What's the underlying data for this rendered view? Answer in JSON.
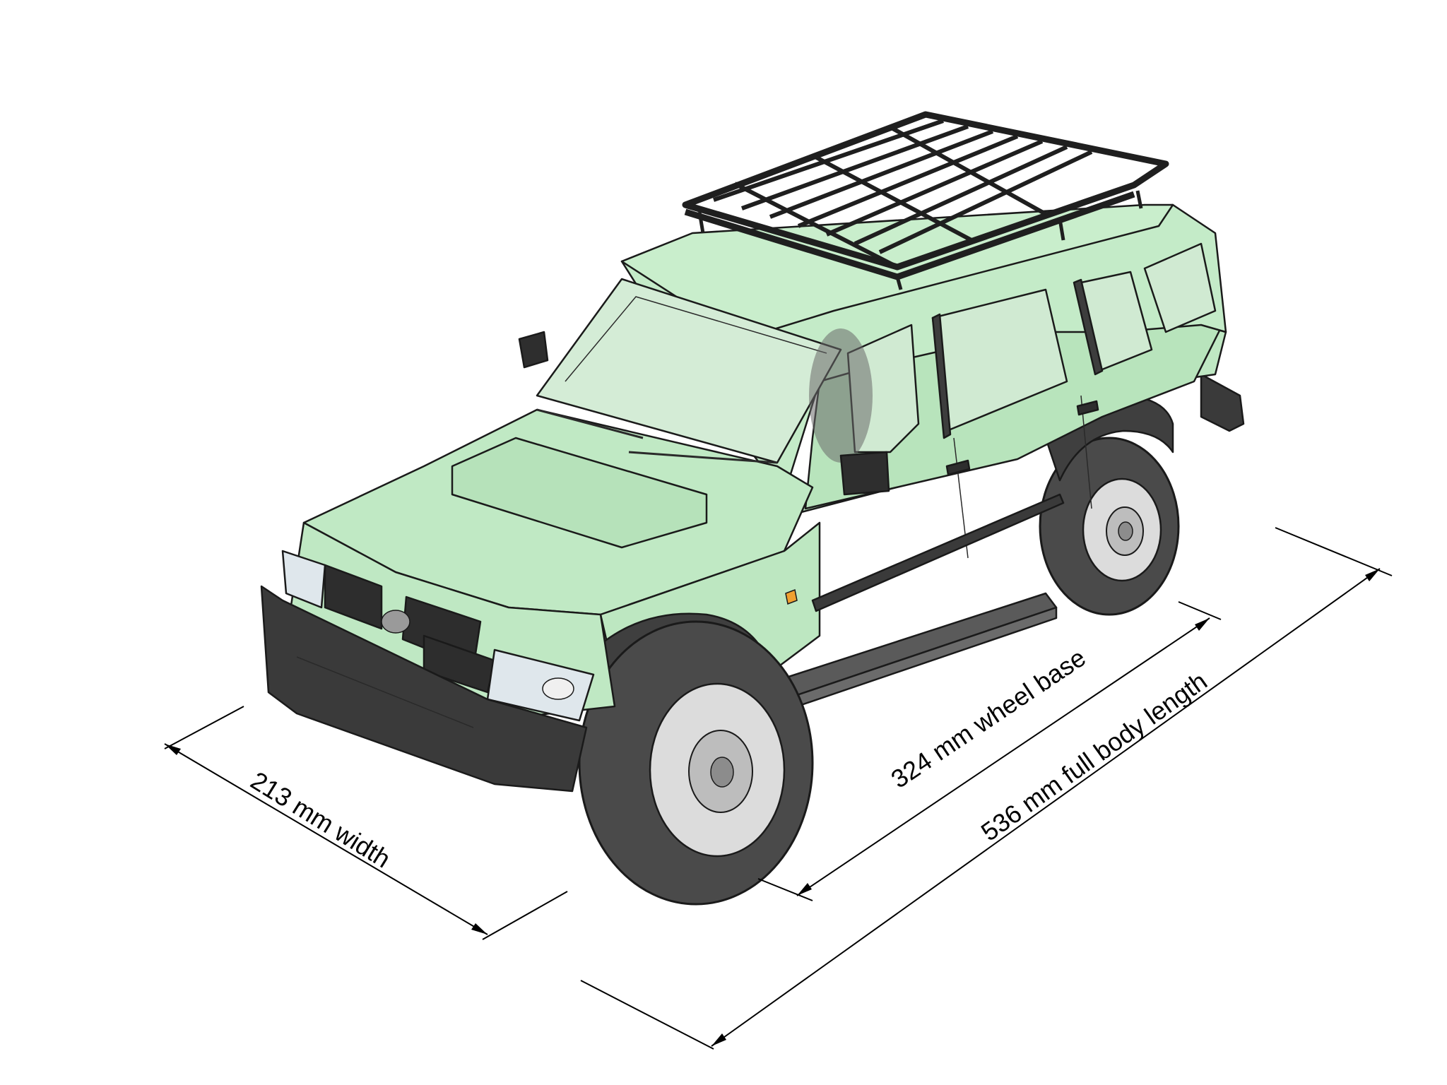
{
  "diagram": {
    "dimensions": {
      "width": {
        "label": "213 mm width",
        "value": 213,
        "unit": "mm"
      },
      "wheel_base": {
        "label": "324 mm wheel base",
        "value": 324,
        "unit": "mm"
      },
      "length": {
        "label": "536 mm full body length",
        "value": 536,
        "unit": "mm"
      }
    },
    "colors": {
      "body": "#bfe8c3",
      "body_shade": "#a9dcae",
      "glass": "#cfe9d1",
      "dark": "#3a3a3a",
      "tire": "#4a4a4a",
      "rack": "#1f1f1f",
      "headlight_amber": "#f0a030"
    },
    "icons": [
      "vehicle-illustration",
      "roof-rack",
      "brand-emblem"
    ]
  }
}
